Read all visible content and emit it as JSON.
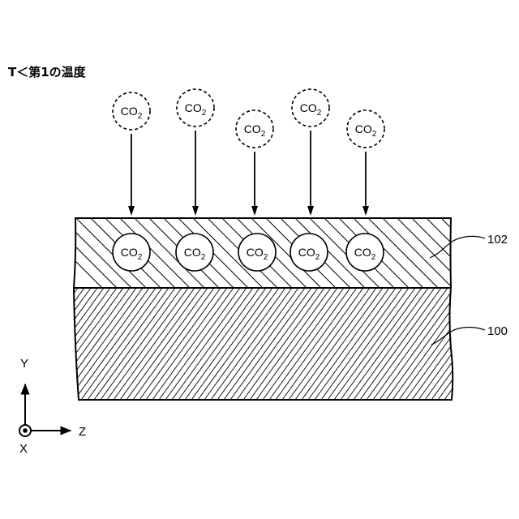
{
  "condition_label": "T＜第1の温度",
  "molecule_label": {
    "main": "CO",
    "sub": "2"
  },
  "gas_molecules_count": 5,
  "absorbed_molecules_count": 5,
  "layers": [
    {
      "ref": "102"
    },
    {
      "ref": "100"
    }
  ],
  "axes": {
    "y": "Y",
    "z": "Z",
    "x": "X"
  }
}
